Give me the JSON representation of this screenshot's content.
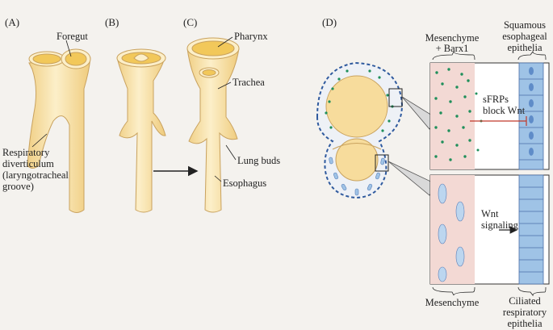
{
  "panels": {
    "a": "(A)",
    "b": "(B)",
    "c": "(C)",
    "d": "(D)"
  },
  "labels": {
    "foregut": "Foregut",
    "resp_1": "Respiratory",
    "resp_2": "diverticulum",
    "resp_3": "(laryngotracheal",
    "resp_4": "groove)",
    "pharynx": "Pharynx",
    "trachea": "Trachea",
    "lung_buds": "Lung buds",
    "esophagus": "Esophagus",
    "mes_barx_1": "Mesenchyme",
    "mes_barx_2": "+ Barx1",
    "squam_1": "Squamous",
    "squam_2": "esophageal",
    "squam_3": "epithelia",
    "sfrp_1": "sFRPs",
    "sfrp_2": "block Wnt",
    "wnt_1": "Wnt",
    "wnt_2": "signaling",
    "mesenchyme": "Mesenchyme",
    "cil_1": "Ciliated",
    "cil_2": "respiratory",
    "cil_3": "epithelia"
  },
  "colors": {
    "tube_fill": "#f7dc9c",
    "tube_light": "#fcefc9",
    "tube_inner": "#f2c85a",
    "outline": "#c9a25e",
    "mesenchyme_pink": "#f3d9d4",
    "dot_green": "#1f8f5a",
    "epithelium_blue": "#9fc3e6",
    "dash_blue": "#2f5a9e",
    "inhibition_red": "#c0392b"
  }
}
